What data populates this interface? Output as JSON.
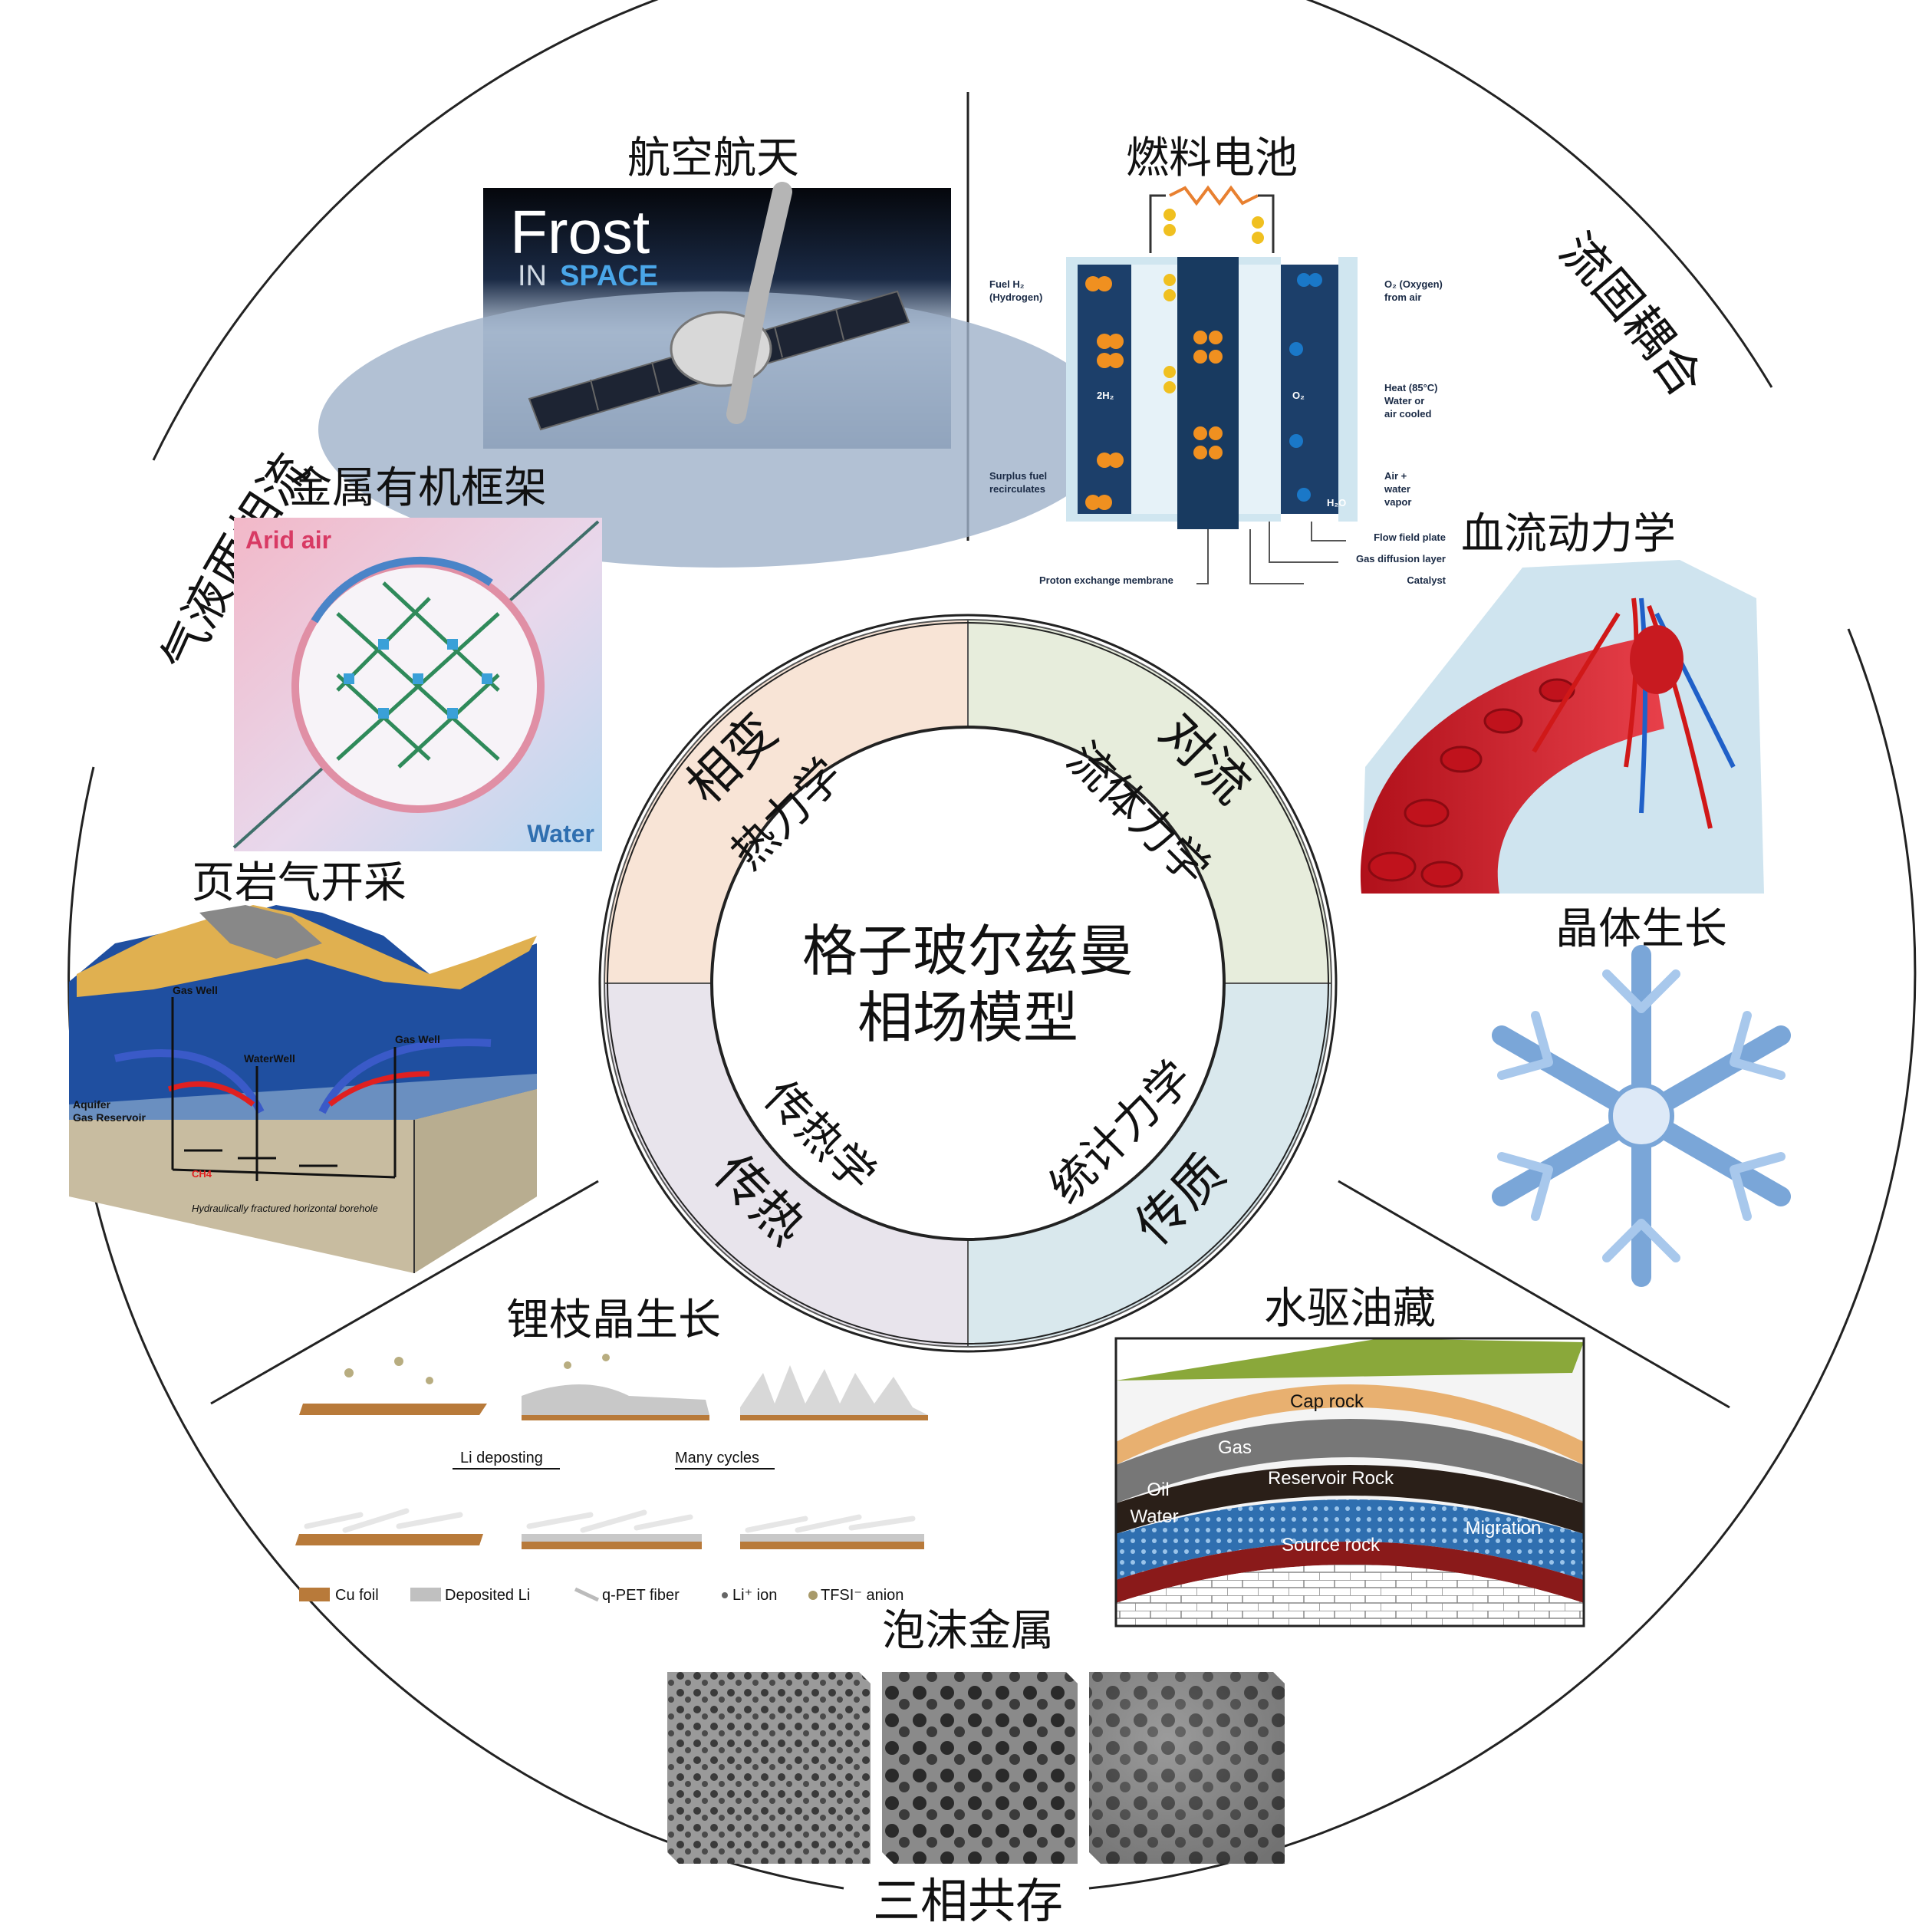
{
  "colors": {
    "phase": "#f8e4d6",
    "convection": "#e7eddc",
    "heat": "#e8e4ec",
    "mass": "#d9e8ed",
    "ring": "#222222"
  },
  "center": {
    "line1": "格子玻尔兹曼",
    "line2": "相场模型"
  },
  "segments": {
    "phase": {
      "title": "相变",
      "sub": "热力学"
    },
    "convection": {
      "title": "对流",
      "sub": "流体力学"
    },
    "heat": {
      "title": "传热",
      "sub": "传热学"
    },
    "mass": {
      "title": "传质",
      "sub": "统计力学"
    }
  },
  "sectors": {
    "gas_liquid": "气液两相流",
    "fluid_solid": "流固耦合",
    "three_phase": "三相共存"
  },
  "apps": {
    "aerospace": {
      "label": "航空航天",
      "frost": "Frost",
      "in": "IN",
      "space": "SPACE"
    },
    "mof": {
      "label": "金属有机框架",
      "arid": "Arid air",
      "water": "Water"
    },
    "shale": {
      "label": "页岩气开采",
      "gas_well_1": "Gas Well",
      "water_well": "WaterWell",
      "gas_well_2": "Gas Well",
      "aquifer": "Aquifer",
      "reservoir": "Gas Reservoir",
      "ch4": "CH4",
      "borehole": "Hydraulically fractured horizontal borehole"
    },
    "fuel_cell": {
      "label": "燃料电池",
      "fuel_in": "Fuel H₂",
      "fuel_in_2": "(Hydrogen)",
      "o2_in": "O₂ (Oxygen)",
      "o2_in_2": "from air",
      "heat": "Heat (85°C)",
      "heat_2": "Water or",
      "heat_3": "air cooled",
      "surplus": "Surplus fuel",
      "surplus_2": "recirculates",
      "air": "Air +",
      "air_2": "water",
      "air_3": "vapor",
      "h2": "2H₂",
      "o2": "O₂",
      "h2o": "H₂O",
      "e": "e",
      "hh": "H H",
      "flow_plate": "Flow field plate",
      "gdl": "Gas diffusion layer",
      "catalyst": "Catalyst",
      "pem": "Proton exchange membrane"
    },
    "blood": {
      "label": "血流动力学"
    },
    "crystal": {
      "label": "晶体生长"
    },
    "dendrite": {
      "label": "锂枝晶生长",
      "step1": "Li deposting",
      "step2": "Many cycles",
      "legend": [
        "Cu foil",
        "Deposited Li",
        "q-PET fiber",
        "Li⁺ ion",
        "TFSI⁻ anion"
      ]
    },
    "oil": {
      "label": "水驱油藏",
      "cap": "Cap rock",
      "gas": "Gas",
      "oil": "Oil",
      "reservoir": "Reservoir Rock",
      "water": "Water",
      "source": "Source rock",
      "migration": "Migration"
    },
    "foam": {
      "label": "泡沫金属"
    }
  }
}
